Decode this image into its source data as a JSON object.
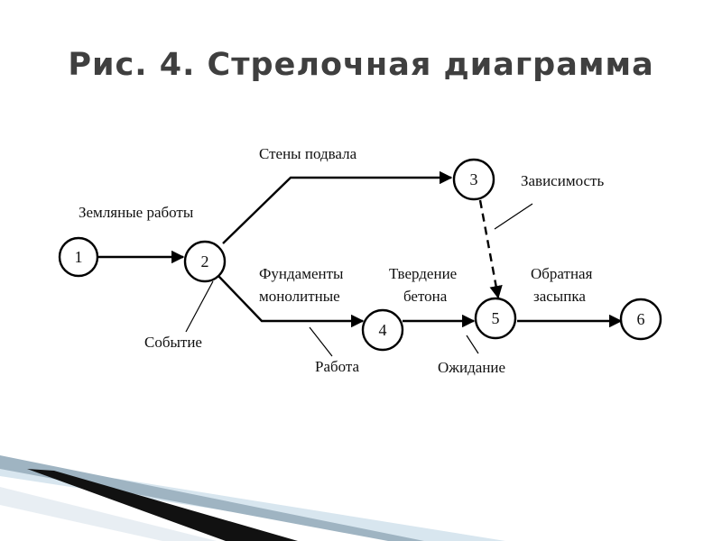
{
  "title": "Рис. 4. Стрелочная диаграмма",
  "nodes": {
    "n1": "1",
    "n2": "2",
    "n3": "3",
    "n4": "4",
    "n5": "5",
    "n6": "6"
  },
  "labels": {
    "earthworks": "Земляные работы",
    "basement_walls": "Стены подвала",
    "dependency": "Зависимость",
    "foundations_line1": "Фундаменты",
    "foundations_line2": "монолитные",
    "curing_line1": "Твердение",
    "curing_line2": "бетона",
    "backfill_line1": "Обратная",
    "backfill_line2": "засыпка",
    "event": "Событие",
    "work": "Работа",
    "waiting": "Ожидание"
  },
  "colors": {
    "title": "#3f3f3f",
    "ribbon_dark": "#111111",
    "ribbon_light": "#d8e6ef"
  }
}
